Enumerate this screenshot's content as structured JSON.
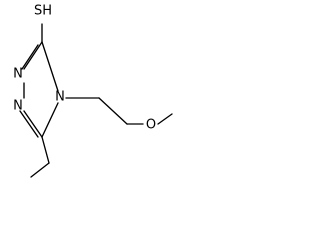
{
  "structure": {
    "atoms": {
      "thiol": "SH",
      "n1": "N",
      "n2": "N",
      "n4": "N",
      "oxygen": "O"
    },
    "colors": {
      "bonds": "#000000",
      "text": "#000000",
      "background": "#ffffff"
    }
  }
}
